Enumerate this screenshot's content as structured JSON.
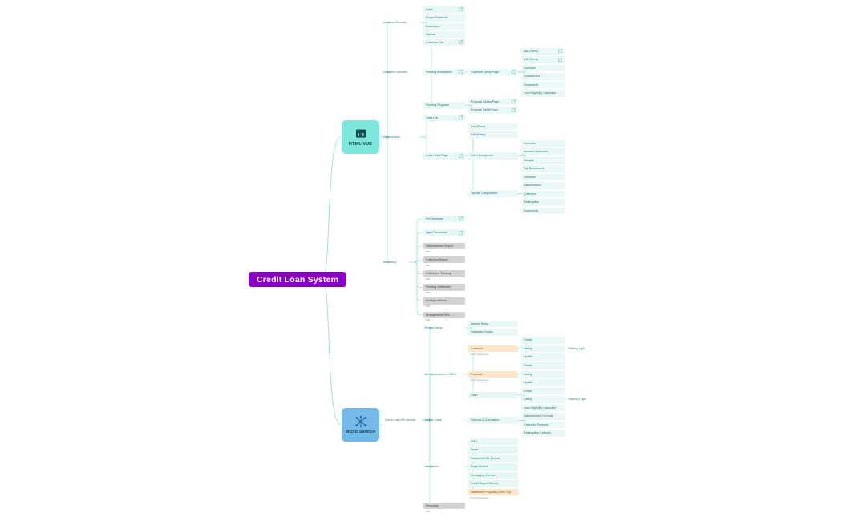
{
  "diagram": {
    "title": "Credit Loan System",
    "colors": {
      "root": "#8A00C2",
      "frontend_node": "#7EE6DC",
      "backend_node": "#74B9E8",
      "pill": "#E9F8F7",
      "tbd": "#D2D2D2",
      "discuss": "#FCE8C8",
      "link": "#9FE0DA"
    }
  },
  "root": {
    "label": "Credit Loan System"
  },
  "branches": [
    {
      "id": "frontend",
      "label": "HTML VUE",
      "icon": "browser-code-icon"
    },
    {
      "id": "backend",
      "label": "Micro Service",
      "icon": "microservice-network-icon"
    }
  ],
  "frontend": {
    "groups": [
      {
        "label": "Common Modules"
      },
      {
        "label": "Customer Modules"
      },
      {
        "label": "Case Module"
      },
      {
        "label": "Reporting"
      }
    ],
    "common_modules": [
      {
        "label": "Login",
        "external": true
      },
      {
        "label": "Forgot Password",
        "external": false
      },
      {
        "label": "Dashboard",
        "external": false
      },
      {
        "label": "Sidebar",
        "external": false
      }
    ],
    "customer_modules": {
      "customer_list": {
        "label": "Customer List",
        "external": true
      },
      "pending_acceptance": {
        "label": "Pending Acceptance",
        "external": true
      },
      "customer_detail_page": {
        "label": "Customer Detail Page",
        "external": true
      },
      "customer_detail_children": [
        {
          "label": "Add (Form)",
          "external": true
        },
        {
          "label": "Edit (Form)",
          "external": true
        },
        {
          "label": "Overview",
          "external": false
        },
        {
          "label": "Commitment",
          "external": false
        },
        {
          "label": "Documents",
          "external": false
        },
        {
          "label": "Loan Eligibility Calculator",
          "external": false
        }
      ],
      "pending_proposal": {
        "label": "Pending Proposal"
      },
      "pending_proposal_children": [
        {
          "label": "Proposal Listing Page",
          "external": true
        },
        {
          "label": "Proposal Detail Page",
          "external": true
        }
      ]
    },
    "case_module": {
      "case_list": {
        "label": "Case List",
        "external": true
      },
      "case_detail_page": {
        "label": "Case Detail Page",
        "external": true
      },
      "case_detail_children": [
        {
          "label": "Add (Form)"
        },
        {
          "label": "Edit (Form)"
        },
        {
          "label": "Other Component"
        },
        {
          "label": "Tabular Components"
        }
      ],
      "other_component_children": [
        {
          "label": "Overview"
        },
        {
          "label": "Account Statement"
        },
        {
          "label": "Remark"
        },
        {
          "label": "Top Breadcrumb"
        }
      ],
      "tabular_children": [
        {
          "label": "Overview"
        },
        {
          "label": "Disbursement"
        },
        {
          "label": "Collection"
        },
        {
          "label": "Redemption"
        },
        {
          "label": "Documents"
        }
      ]
    },
    "reporting": [
      {
        "label": "Full Summary",
        "external": true,
        "style": "mint",
        "note": ""
      },
      {
        "label": "Aged Receivable",
        "external": true,
        "style": "mint",
        "note": ""
      },
      {
        "label": "Disbursement Report",
        "external": false,
        "style": "gray",
        "note": "TBD"
      },
      {
        "label": "Collection Report",
        "external": false,
        "style": "gray",
        "note": "TBD"
      },
      {
        "label": "Settlement Tracking",
        "external": false,
        "style": "gray",
        "note": "TBD"
      },
      {
        "label": "Pending Settlement",
        "external": false,
        "style": "gray",
        "note": "TBD"
      },
      {
        "label": "Monthly Interest",
        "external": false,
        "style": "gray",
        "note": "TBD"
      },
      {
        "label": "Arrangement Fees",
        "external": false,
        "style": "gray",
        "note": "TBD"
      }
    ]
  },
  "backend": {
    "service_label": "Credit Loan API Service",
    "groups": [
      {
        "label": "Project Setup"
      },
      {
        "label": "API Development CRUD"
      },
      {
        "label": "Helper Class"
      },
      {
        "label": "Integration"
      },
      {
        "label": "Reporting",
        "style": "gray",
        "note": "TBD"
      }
    ],
    "project_setup": [
      {
        "label": "Laravel Setup"
      },
      {
        "label": "Database Design"
      }
    ],
    "api_entities": [
      {
        "label": "Customer",
        "style": "orange",
        "note": "To be discussed",
        "ops": [
          {
            "label": "Create",
            "detail": ""
          },
          {
            "label": "Listing",
            "detail": "Filtering logic"
          },
          {
            "label": "Update",
            "detail": ""
          }
        ]
      },
      {
        "label": "Proposal",
        "style": "orange",
        "note": "To be discussed",
        "ops": [
          {
            "label": "Create",
            "detail": ""
          },
          {
            "label": "Listing",
            "detail": ""
          },
          {
            "label": "Update",
            "detail": ""
          }
        ]
      },
      {
        "label": "Case",
        "style": "mint",
        "note": "",
        "ops": [
          {
            "label": "Create",
            "detail": ""
          },
          {
            "label": "Listing",
            "detail": "Filtering Logic"
          }
        ]
      }
    ],
    "helper_class": {
      "label": "Formula & Calculation",
      "children": [
        {
          "label": "Loan Eligibility Calculator"
        },
        {
          "label": "Disbursement Formula"
        },
        {
          "label": "Collection Formula"
        },
        {
          "label": "Redemption Formula"
        }
      ]
    },
    "integration": [
      {
        "label": "SMS",
        "style": "mint",
        "note": ""
      },
      {
        "label": "Email",
        "style": "mint",
        "note": ""
      },
      {
        "label": "Document/File Service",
        "style": "mint",
        "note": ""
      },
      {
        "label": "Esign Service",
        "style": "mint",
        "note": ""
      },
      {
        "label": "Messaging Service",
        "style": "mint",
        "note": ""
      },
      {
        "label": "Credit Report Service",
        "style": "mint",
        "note": ""
      },
      {
        "label": "Settlement Proposal (IMSU V2)",
        "style": "orange",
        "note": "To be discussed"
      }
    ]
  }
}
